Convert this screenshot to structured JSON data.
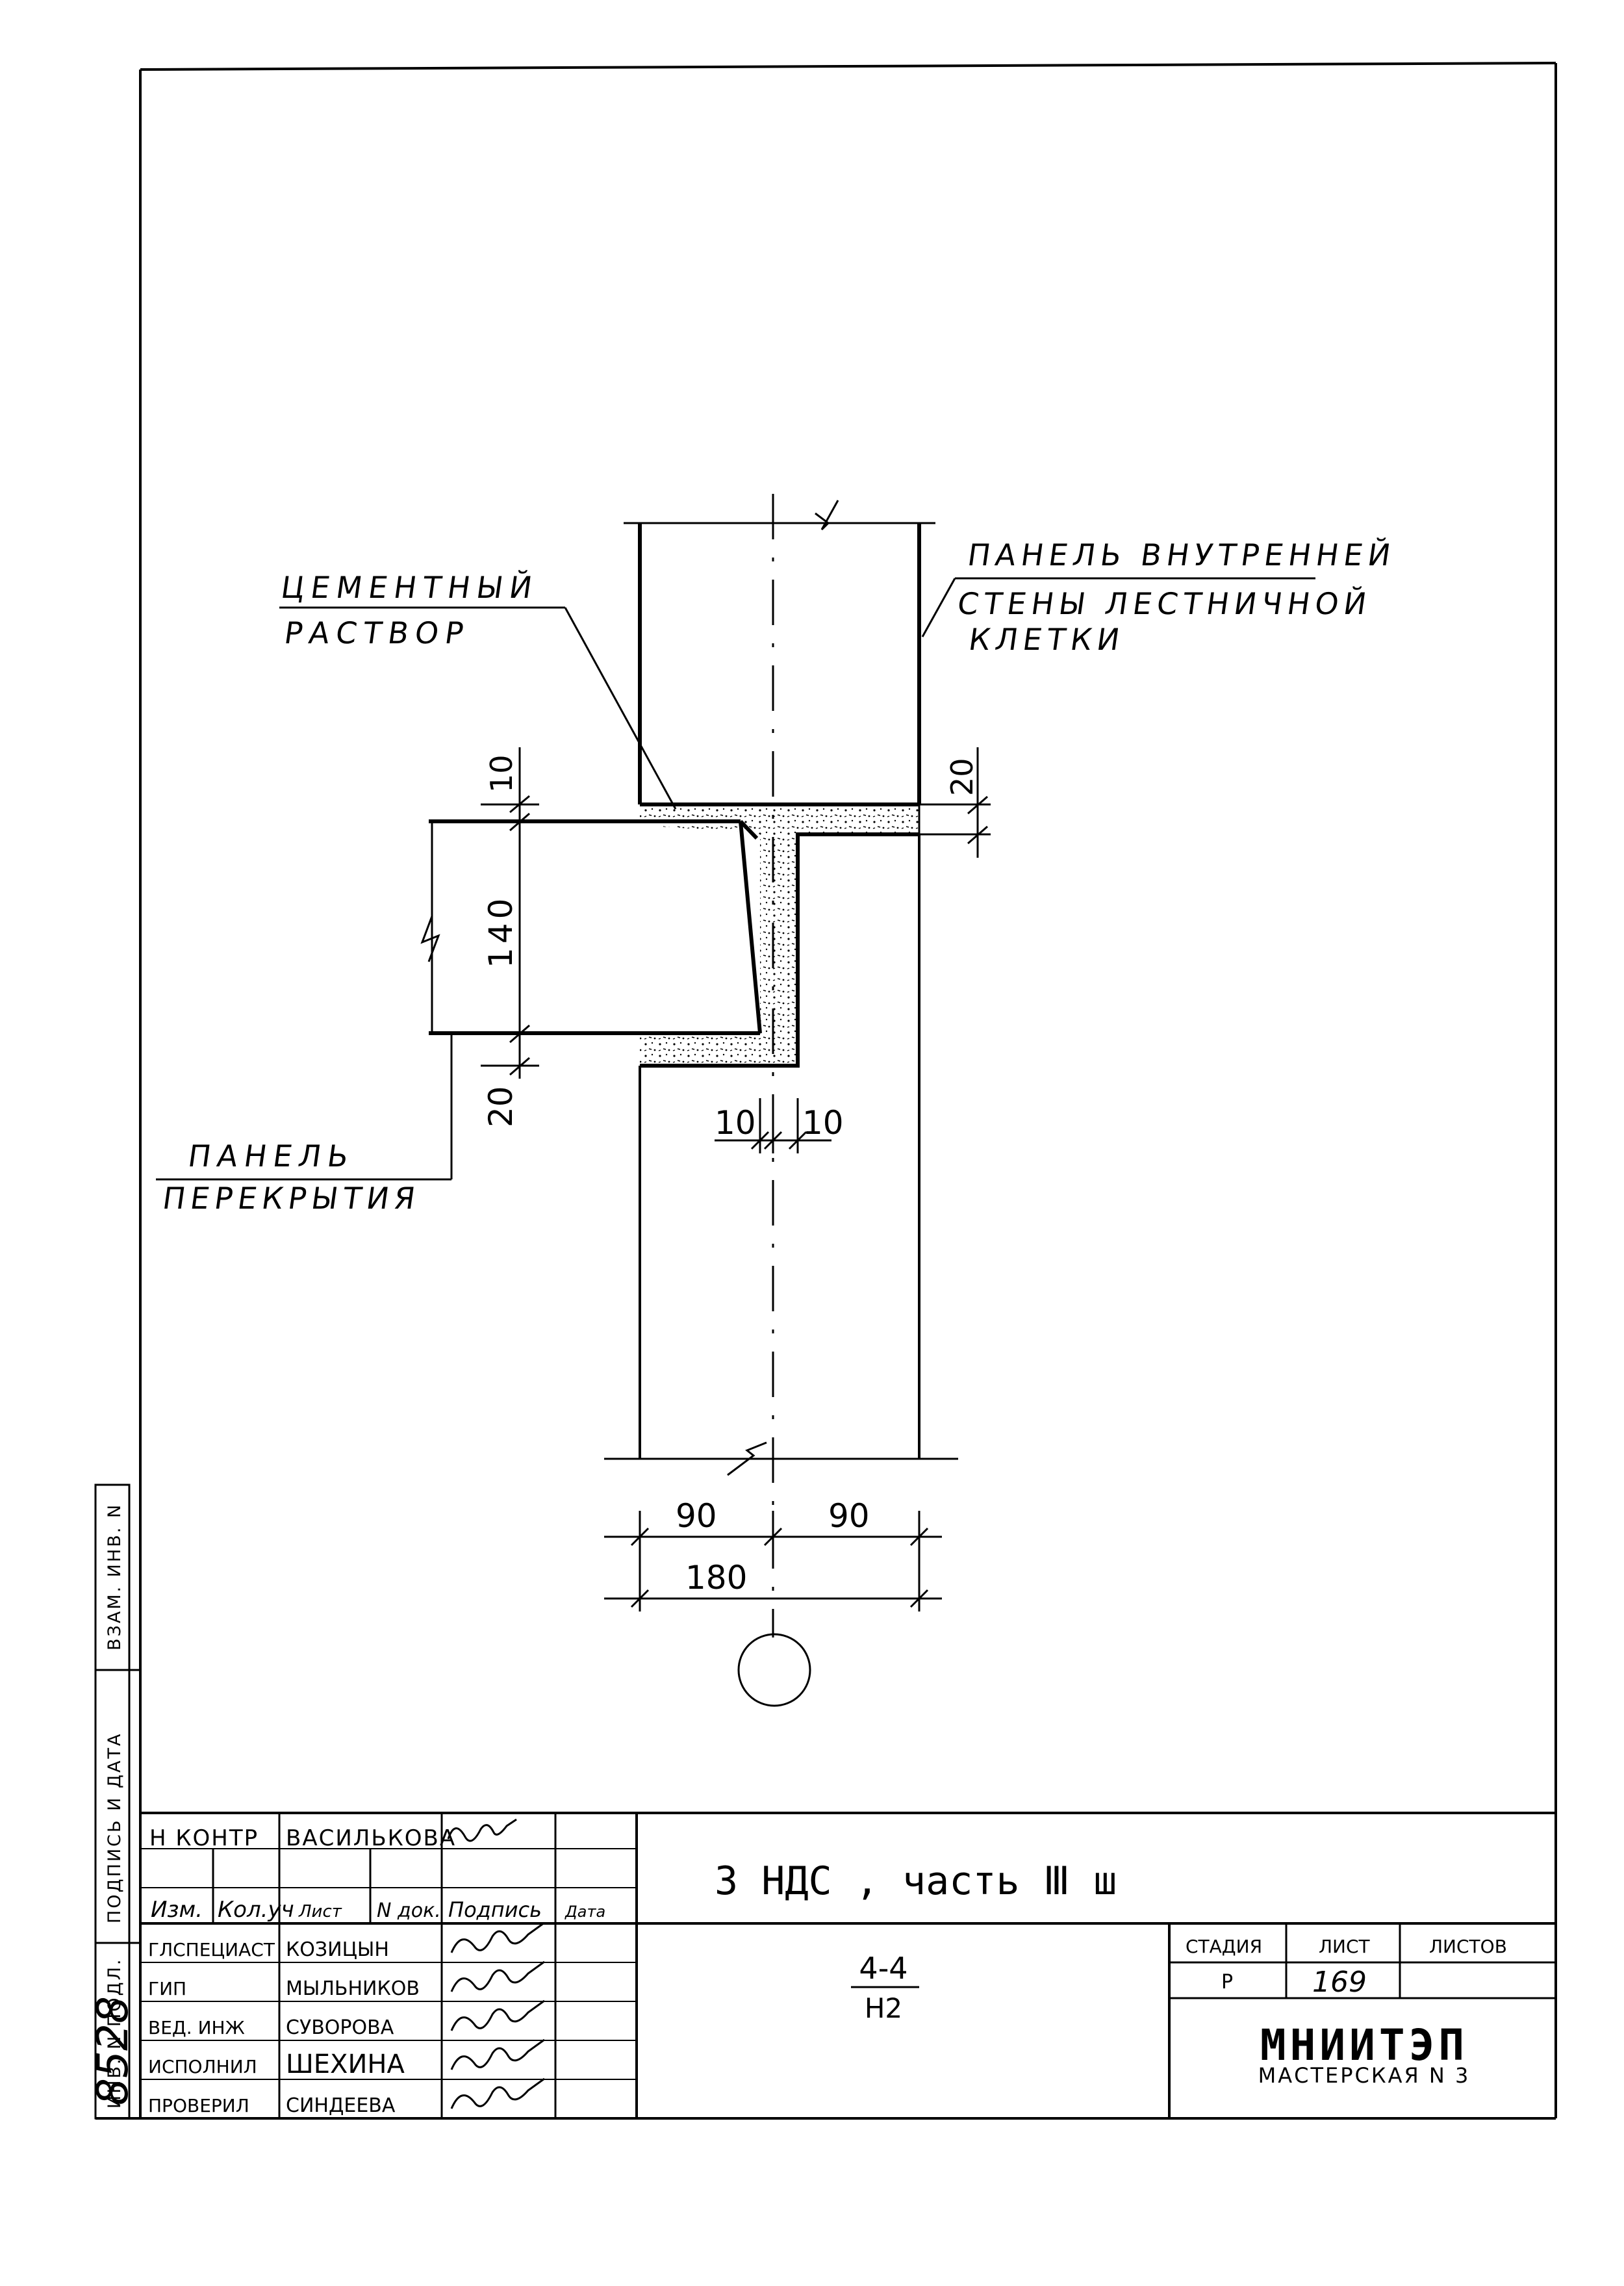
{
  "drawing": {
    "label_mortar_line1": "ЦЕМЕНТНЫЙ",
    "label_mortar_line2": "РАСТВОР",
    "label_wall_line1": "ПАНЕЛЬ ВНУТРЕННЕЙ",
    "label_wall_line2": "СТЕНЫ ЛЕСТНИЧНОЙ",
    "label_wall_line3": "КЛЕТКИ",
    "label_slab_line1": "ПАНЕЛЬ",
    "label_slab_line2": "ПЕРЕКРЫТИЯ",
    "dim_top_gap": "10",
    "dim_slab_thickness": "140",
    "dim_bottom_gap": "20",
    "dim_right_gap": "20",
    "dim_step_left": "10",
    "dim_step_right": "10",
    "dim_half_left": "90",
    "dim_half_right": "90",
    "dim_total_width": "180"
  },
  "side_stamp": {
    "vzam_inv": "ВЗАМ. ИНВ. N",
    "podpis_data": "ПОДПИСЬ И ДАТА",
    "inv_podl": "ИНВ. N ПОДЛ.",
    "inv_number": "8528"
  },
  "title_block": {
    "control_role": "Н КОНТР",
    "control_name": "ВАСИЛЬКОВА",
    "header_izm": "Изм.",
    "header_kol": "Кол.уч",
    "header_list": "Лист",
    "header_ndok": "N док.",
    "header_podpis": "Подпись",
    "header_data": "Дата",
    "rows": [
      {
        "role": "ГЛСПЕЦИАСТ",
        "name": "КОЗИЦЫН"
      },
      {
        "role": "ГИП",
        "name": "МЫЛЬНИКОВ"
      },
      {
        "role": "ВЕД. ИНЖ",
        "name": "СУВОРОВА"
      },
      {
        "role": "ИСПОЛНИЛ",
        "name": "ШЕХИНА"
      },
      {
        "role": "ПРОВЕРИЛ",
        "name": "СИНДЕЕВА"
      }
    ],
    "project_title": "3 НДС , часть Ⅲ ш",
    "section_code": "4-4",
    "section_sheet": "Н2",
    "stage_label": "СТАДИЯ",
    "sheet_label": "ЛИСТ",
    "sheets_label": "ЛИСТОВ",
    "stage_value": "Р",
    "sheet_value": "169",
    "sheets_value": "",
    "org_name": "МНИИТЭП",
    "org_sub": "МАСТЕРСКАЯ N 3"
  }
}
